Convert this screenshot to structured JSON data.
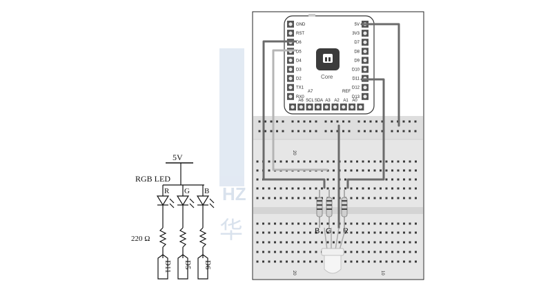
{
  "schematic": {
    "supply": "5V",
    "component": "RGB LED",
    "channels": [
      "R",
      "G",
      "B"
    ],
    "resistor": "220 Ω",
    "pins": [
      "D11",
      "D5",
      "D6"
    ]
  },
  "board": {
    "name": "Core",
    "left_pins": [
      "GND",
      "RST",
      "D6",
      "D5",
      "D4",
      "D3",
      "D2",
      "TX1",
      "RX0"
    ],
    "right_pins": [
      "5V",
      "3V3",
      "D7",
      "D8",
      "D9",
      "D10",
      "D11",
      "D12",
      "D13"
    ],
    "bottom_pins": [
      "A6",
      "SCL",
      "SDA",
      "A3",
      "A2",
      "A1",
      "A0"
    ],
    "inner_labels": {
      "a7": "A7",
      "ref": "REF"
    }
  },
  "breadboard": {
    "resistor_labels": [
      "B",
      "G",
      "R"
    ],
    "column_marks": [
      "20",
      "10"
    ]
  },
  "watermark": {
    "text1": "HZ",
    "text2": "华"
  },
  "colors": {
    "wire_dark": "#6b6b6b",
    "wire_light": "#b5b5b5",
    "board_bg": "#e6e6e6",
    "hole": "#3a3a3a",
    "watermark": "#c9d6e6"
  }
}
